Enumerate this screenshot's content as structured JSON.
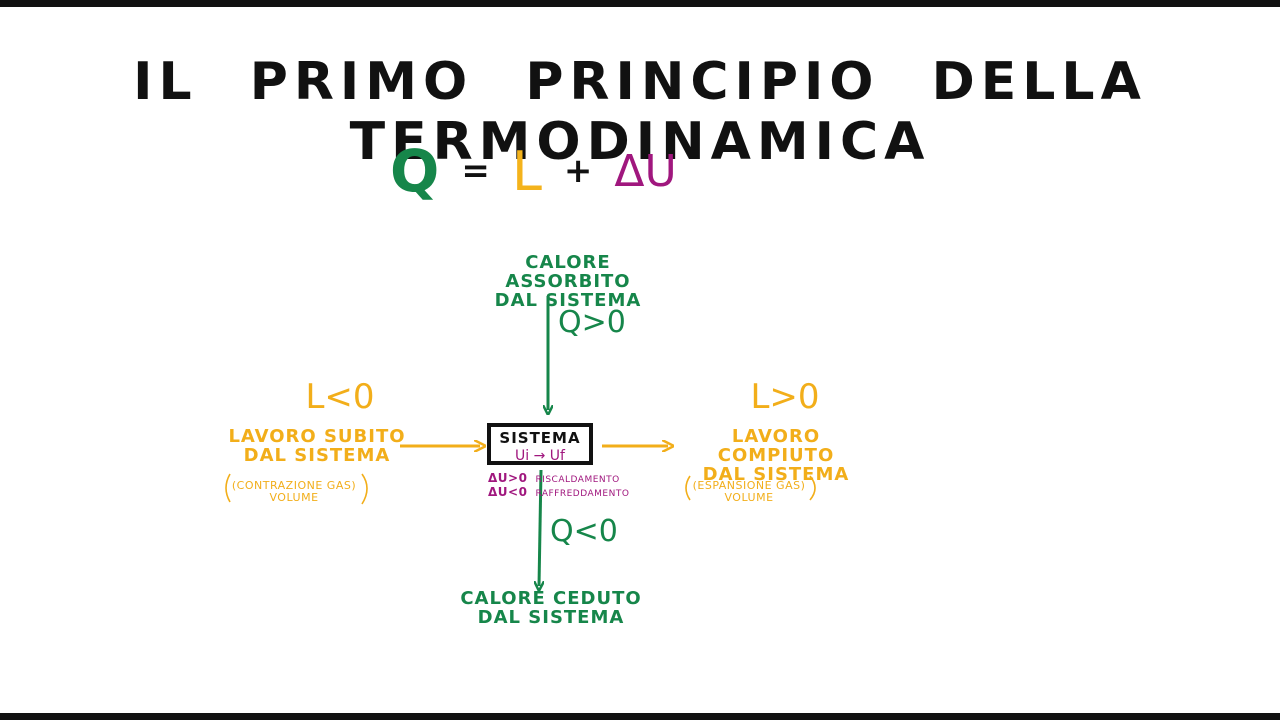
{
  "title": "IL PRIMO PRINCIPIO DELLA TERMODINAMICA",
  "equation": {
    "q": "Q",
    "eq": "=",
    "l": "L",
    "plus": "+",
    "du": "ΔU"
  },
  "top": {
    "line1": "CALORE ASSORBITO",
    "line2": "DAL SISTEMA",
    "sign": "Q>0"
  },
  "bottom": {
    "line1": "CALORE CEDUTO",
    "line2": "DAL SISTEMA",
    "sign": "Q<0"
  },
  "left": {
    "sign": "L<0",
    "line1": "LAVORO SUBITO",
    "line2": "DAL SISTEMA",
    "note1": "(CONTRAZIONE GAS)",
    "note2": "VOLUME"
  },
  "right": {
    "sign": "L>0",
    "line1": "LAVORO COMPIUTO",
    "line2": "DAL SISTEMA",
    "note1": "(ESPANSIONE GAS)",
    "note2": "VOLUME"
  },
  "system": {
    "label": "SISTEMA",
    "transition": "Ui → Uf"
  },
  "du_notes": {
    "pos": "ΔU>0",
    "pos_desc": "RISCALDAMENTO",
    "neg": "ΔU<0",
    "neg_desc": "RAFFREDDAMENTO"
  },
  "colors": {
    "heat": "#16864a",
    "work": "#f2ae1a",
    "energy": "#a0177e",
    "ink": "#111111"
  }
}
